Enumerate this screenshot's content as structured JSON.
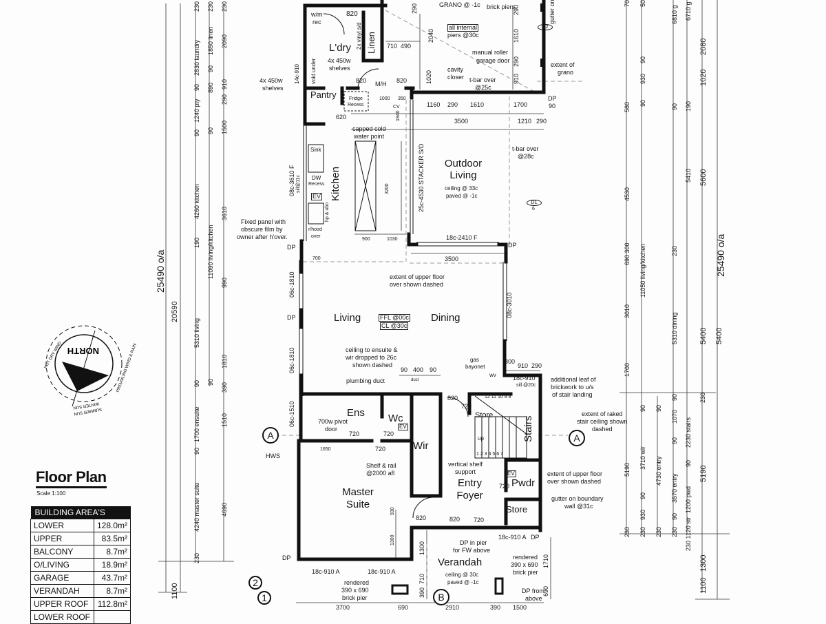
{
  "title": "Floor Plan",
  "scale": "Scale 1:100",
  "building_area": {
    "header": "BUILDING AREA'S",
    "rows": [
      {
        "label": "LOWER",
        "value": "128.0m²"
      },
      {
        "label": "UPPER",
        "value": "83.5m²"
      },
      {
        "label": "BALCONY",
        "value": "8.7m²"
      },
      {
        "label": "O/LIVING",
        "value": "18.9m²"
      },
      {
        "label": "GARAGE",
        "value": "43.7m²"
      },
      {
        "label": "VERANDAH",
        "value": "8.7m²"
      },
      {
        "label": "UPPER ROOF",
        "value": "112.8m²"
      },
      {
        "label": "LOWER ROOF",
        "value": ""
      }
    ]
  },
  "compass": {
    "north": "NORTH",
    "hot_wind": "HOT DRY WIND",
    "prevailing": "PREVAILING WIND & RAIN",
    "winter_sun": "WINTER SUN",
    "summer_sun": "SUMMER SUN"
  },
  "rooms": {
    "laundry": "L'dry",
    "linen": "Linen",
    "pantry": "Pantry",
    "kitchen": "Kitchen",
    "outdoor": "Outdoor",
    "outdoor2": "Living",
    "living": "Living",
    "dining": "Dining",
    "ens": "Ens",
    "wc": "Wc",
    "wir": "Wir",
    "store1": "Store",
    "stairs": "Stairs",
    "master1": "Master",
    "master2": "Suite",
    "entry1": "Entry",
    "entry2": "Foyer",
    "pwdr": "Pwdr",
    "store2": "Store",
    "verandah": "Verandah"
  },
  "notes": {
    "wm": "w/m",
    "rec": "rec",
    "shelves_ldry1": "4x 450w",
    "shelves_ldry2": "shelves",
    "vinyl": "2x vinyl s/d",
    "void": "void under",
    "shelves_p1": "4x 450w",
    "shelves_p2": "shelves",
    "fridge1": "Fridge",
    "fridge2": "Recess",
    "cv": "CV",
    "mh": "M/H",
    "capped1": "capped cold",
    "capped2": "water point",
    "grano": "GRANO @ -1c",
    "piers": "brick piers",
    "internal1": "all internal",
    "internal2": "piers @30c",
    "roller1": "manual roller",
    "roller2": "garage door",
    "cavity1": "cavity",
    "cavity2": "closer",
    "tbar1": "t-bar over",
    "tbar2": "@25c",
    "grano_ext1": "extent of",
    "grano_ext2": "grano",
    "gutter_top": "gutter on",
    "sink": "Sink",
    "dw1": "DW",
    "dw2": "Recess",
    "ev1": "EV",
    "hood1": "r/hood",
    "hood2": "over",
    "hp": "hp & ubo",
    "fixed1": "Fixed panel with",
    "fixed2": "obscure film by",
    "fixed3": "owner after h'over.",
    "stacker": "25c-4530 STACKER S/D",
    "ceil33": "ceiling @ 33c",
    "paved1": "paved @ -1c",
    "tbar3": "t-bar over",
    "tbar4": "@28c",
    "win_out": "18c-2410 F",
    "upper1": "extent of upper floor",
    "upper2": "over shown dashed",
    "ffl": "FFL @00c",
    "cl": "CL @30c",
    "drop1": "ceiling to ensuite &",
    "drop2": "wir dropped to 26c",
    "drop3": "shown dashed",
    "duct": "duct",
    "plumb": "plumbing duct",
    "gas1": "gas",
    "gas2": "bayonet",
    "wv": "wv",
    "sill1": "18c-910",
    "sill2": "sill @20c",
    "leaf1": "additional leaf of",
    "leaf2": "brickwork to u/s",
    "leaf3": "of stair landing",
    "raked1": "extent of raked",
    "raked2": "stair ceiling shown",
    "raked3": "dashed",
    "pivot1": "700w pivot",
    "pivot2": "door",
    "ev2": "EV",
    "up": "up",
    "steps_top": "12 11 10 9 8",
    "steps_bot": "1 2 3 4 5 6 7",
    "hws": "HWS",
    "shelf1": "Shelf & rail",
    "shelf2": "@2000 afl",
    "vshelf1": "vertical shelf",
    "vshelf2": "support",
    "ev3": "EV",
    "upper3": "extent of upper floor",
    "upper4": "over shown dashed",
    "gutter1": "gutter on boundary",
    "gutter2": "wall @31c",
    "win_a1": "18c-910 A",
    "win_a2": "18c-910 A",
    "win_a3": "18c-910 A",
    "dp_pier1": "DP in pier",
    "dp_pier2": "for FW above",
    "rend1": "rendered",
    "rend2": "390 x 690",
    "rend3": "brick pier",
    "rend4": "rendered",
    "rend5": "390 x 690",
    "rend6": "brick pier",
    "ceil30": "ceiling @ 30c",
    "paved2": "paved @ -1c",
    "dpfrom1": "DP from",
    "dpfrom2": "above",
    "win_k": "08c-3610 F",
    "win_k2": "sill@11c",
    "win_l1": "06c-1810",
    "win_l2": "06c-1810",
    "win_e": "06c-1510",
    "win_d": "08c-3010",
    "win_ld": "14c-910",
    "dp": "DP",
    "dp90": "90"
  },
  "markers": {
    "a_left": "A",
    "a_right": "A",
    "b": "B",
    "n2": "2",
    "n1": "1",
    "d2": "D2",
    "d2b": "5",
    "d1": "D1",
    "d1b": "6"
  },
  "dims_interior": {
    "d820a": "820",
    "d710": "710",
    "d490": "490",
    "d820b": "820",
    "d820c": "820",
    "d1020": "1020",
    "d2040": "2040",
    "d290a": "290",
    "d290b": "290",
    "d1610": "1610",
    "d290c": "290",
    "d910": "910",
    "d1000": "1000",
    "d350": "350",
    "d620": "620",
    "d1940": "1940",
    "d1160": "1160",
    "d290d": "290",
    "d1610b": "1610",
    "d1700": "1700",
    "d3500a": "3500",
    "d1210": "1210",
    "d290e": "290",
    "d3200": "3200",
    "d900": "900",
    "d1030": "1030",
    "d700": "700",
    "d3500b": "3500",
    "d90a": "90",
    "d400": "400",
    "d90b": "90",
    "d300": "300",
    "d910b": "910",
    "d290f": "290",
    "d720a": "720",
    "d720b": "720",
    "d820d": "820",
    "d720c": "720",
    "d720d": "720",
    "d1650": "1650",
    "d720e": "720",
    "d930": "930",
    "d820e": "820",
    "d820f": "820",
    "d720f": "720",
    "d1300a": "1300",
    "d1300b": "1300",
    "d1710": "1710",
    "d710b": "710",
    "d390a": "390",
    "d690a": "690",
    "b3700": "3700",
    "b690": "690",
    "b2910": "2910",
    "b390": "390",
    "b1500": "1500"
  },
  "dims_left": {
    "overall": "25490 o/a",
    "d20590": "20590",
    "d1100": "1100",
    "c1": [
      "230",
      "2830 laundry",
      "90",
      "1240 pty",
      "90",
      "4260 kitchen",
      "190",
      "5310 living",
      "90",
      "1700 ensuite",
      "90",
      "4240 master suite",
      "230"
    ],
    "c2": [
      "230",
      "1850 linen",
      "90",
      "890",
      "90",
      "11090 living/kitchen",
      "90"
    ],
    "c3": [
      "230",
      "2090",
      "910",
      "290",
      "1500",
      "3610",
      "990",
      "1810",
      "390",
      "1510",
      "4690"
    ]
  },
  "dims_right": {
    "c1": [
      "70",
      "580",
      "4530",
      "690 300",
      "3010",
      "1700",
      "5190",
      "230"
    ],
    "c2": [
      "50",
      "90",
      "930",
      "90",
      "11050 living/kitchen",
      "90",
      "3710 wir",
      "90",
      "930",
      "230"
    ],
    "c3": [
      "90",
      "4730 entry",
      "230"
    ],
    "c4": [
      "6810 g",
      "90",
      "230",
      "5310 dining",
      "90",
      "1070",
      "90",
      "3570 entry",
      "90",
      "230"
    ],
    "c5": [
      "6710 g",
      "190",
      "5410",
      "2230 stairs",
      "90",
      "1200 pwd",
      "230 1120 str"
    ],
    "c6": [
      "2080",
      "1020",
      "5600",
      "5400",
      "230",
      "5190",
      "1300",
      "1100"
    ],
    "overall": "25490 o/a",
    "d5400": "5400"
  }
}
